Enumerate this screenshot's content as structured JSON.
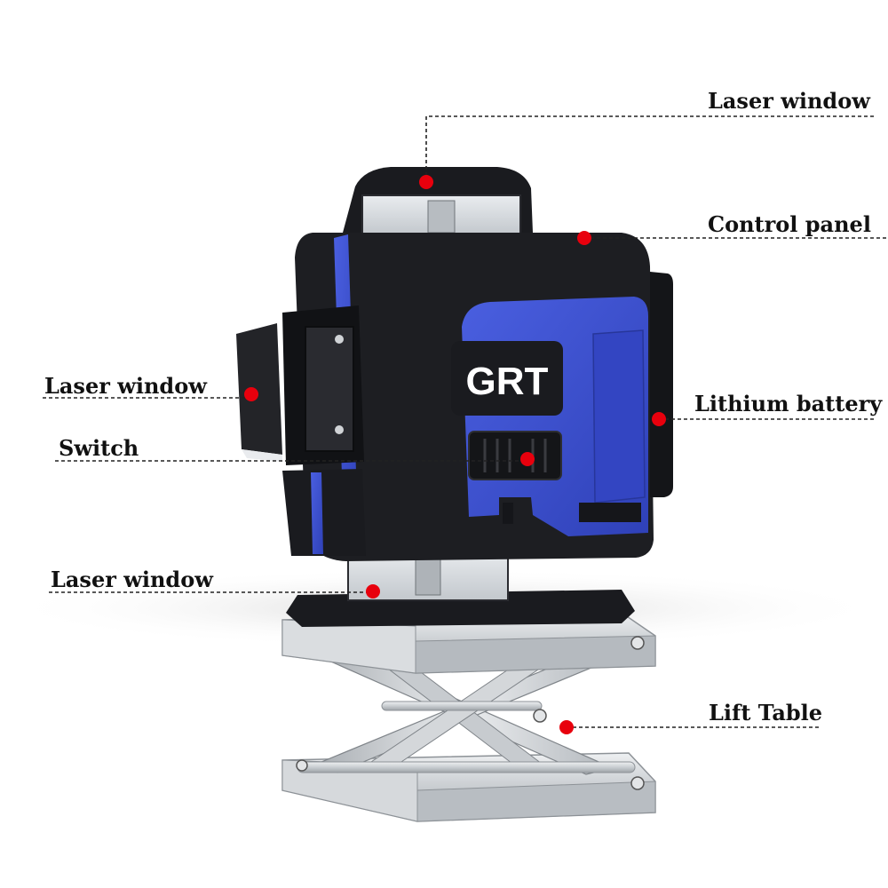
{
  "brand": {
    "logo_text": "GRT",
    "accent_color": "#3d52d5",
    "body_color": "#1b1c20"
  },
  "callouts": {
    "laser_window_top": "Laser window",
    "control_panel": "Control panel",
    "laser_window_left": "Laser window",
    "lithium_battery": "Lithium battery",
    "switch": "Switch",
    "laser_window_bottom": "Laser window",
    "lift_table": "Lift Table"
  },
  "marker_color": "#e8000d"
}
